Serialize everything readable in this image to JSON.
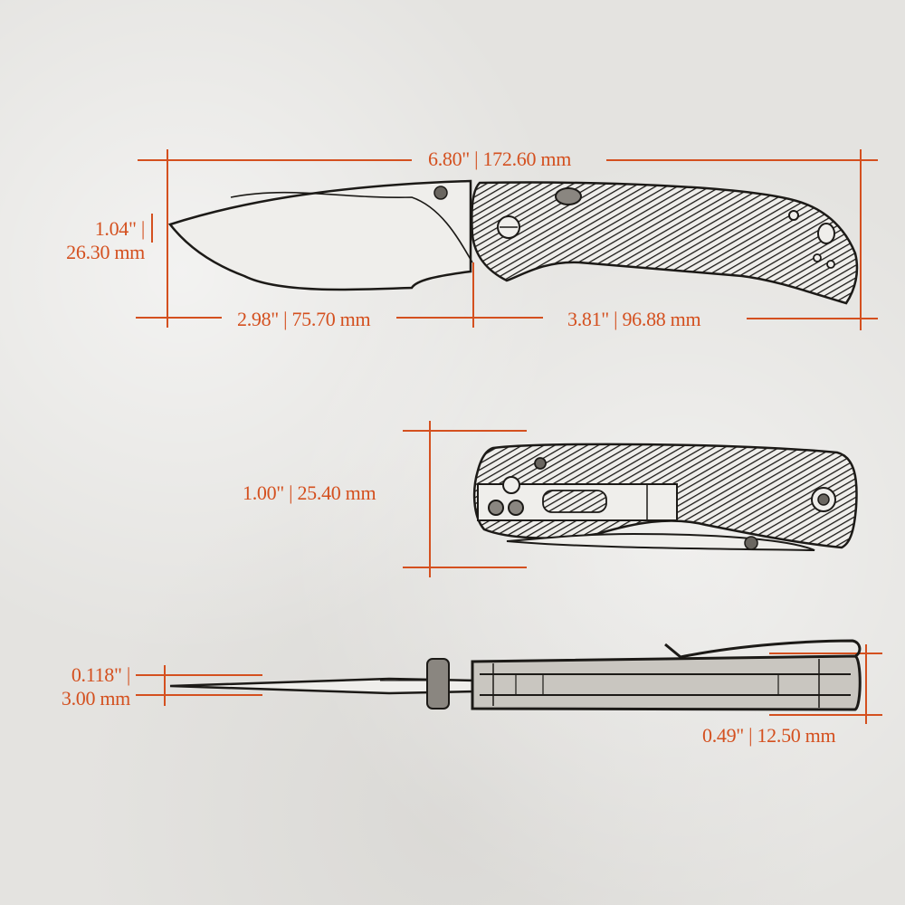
{
  "colors": {
    "background": "#e4e3e0",
    "dimension": "#d4501f",
    "ink": "#1c1a17"
  },
  "views": {
    "side_open": {
      "overall_length": "6.80\" | 172.60 mm",
      "blade_height_in": "1.04\" |",
      "blade_height_mm": "26.30 mm",
      "blade_length": "2.98\" | 75.70 mm",
      "handle_length": "3.81\" | 96.88 mm"
    },
    "side_closed": {
      "handle_height": "1.00\" | 25.40 mm"
    },
    "top": {
      "blade_thickness_in": "0.118\" |",
      "blade_thickness_mm": "3.00 mm",
      "handle_thickness": "0.49\" | 12.50 mm"
    }
  }
}
